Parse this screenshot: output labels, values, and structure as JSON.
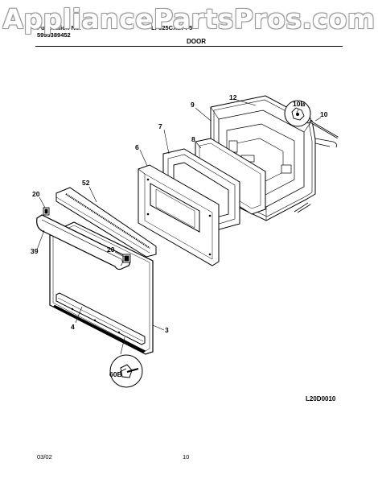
{
  "watermark": "AppliancePartsPros.com",
  "header": {
    "pub_label": "Publication No.",
    "pub_number": "5995389452",
    "model": "LF325CXBPF5"
  },
  "section_title": "DOOR",
  "callouts": {
    "c12": "12",
    "c10b": "10B",
    "c9": "9",
    "c10": "10",
    "c7": "7",
    "c8": "8",
    "c6": "6",
    "c52": "52",
    "c20a": "20",
    "c39": "39",
    "c20b": "20",
    "c4": "4",
    "c3": "3",
    "c60b": "60B"
  },
  "diagram_code": "L20D0010",
  "footer": {
    "date": "03/02",
    "page": "10"
  }
}
